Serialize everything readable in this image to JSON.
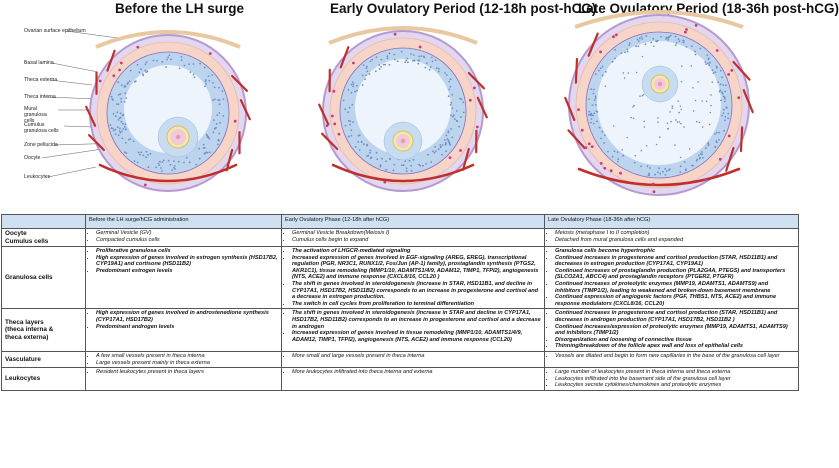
{
  "stages": [
    {
      "title": "Before the LH surge"
    },
    {
      "title": "Early Ovulatory Period (12-18h post-hCG)"
    },
    {
      "title": "Late Ovulatory Period (18-36h post-hCG)"
    }
  ],
  "labels": [
    "Ovarian surface epithelium",
    "Basal lamina",
    "Theca externa",
    "Theca interna",
    "Mural granulosa cells",
    "Cumulus granulosa cells",
    "Zone pellucida",
    "Oocyte",
    "Leukocytes"
  ],
  "colors": {
    "theca": "#f6d4c8",
    "granulosa": "#bcd4ee",
    "antrum": "#eef4fb",
    "vessel": "#c0302b",
    "epithelium": "#b59ad0",
    "header": "#cfe0f2"
  },
  "table": {
    "headers": [
      "",
      "Before the LH surge/hCG administration",
      "Early Ovulatory Phase (12-18h after hCG)",
      "Late Ovulatory Phase (18-36h after hCG)"
    ],
    "rows": [
      {
        "label": "Oocyte\nCumulus cells",
        "cells": [
          [
            {
              "t": "Germinal Vesicle (GV)",
              "b": false
            },
            {
              "t": "Compacted cumulus cells",
              "b": false
            }
          ],
          [
            {
              "t": "Germinal Vesicle Breakdown(Meiosis I)",
              "b": false
            },
            {
              "t": "Cumulus cells begin to expand",
              "b": false
            }
          ],
          [
            {
              "t": "Meiosis (metaphase I to II completion)",
              "b": false
            },
            {
              "t": "Detached from mural granulosa cells and expanded",
              "b": false
            }
          ]
        ]
      },
      {
        "label": "Granulosa cells",
        "cells": [
          [
            {
              "t": "Proliferative granulosa cells",
              "b": true
            },
            {
              "t": "High expression of genes involved in estrogen synthesis (HSD17B2, CYP19A1) and cortisone (HSD11B2)",
              "b": true
            },
            {
              "t": "Predominant estrogen levels",
              "b": true
            }
          ],
          [
            {
              "t": "The activation of LHGCR-mediated signaling",
              "b": true
            },
            {
              "t": "Increased expression of genes involved in EGF-signaling (AREG, EREG), transcriptional regulation (PGR, NR3C1, RUNX1/2, Fos/Jun (AP-1) family), prostaglandin synthesis (PTGS2, AKR1C1), tissue remodeling (MMP1/10, ADAMTS1/4/9, ADAM12, TIMP1, TFPI2), angiogenesis (NTS, ACE2) and immune response (CXCL8/16, CCL20 )",
              "b": true
            },
            {
              "t": "The shift in genes involved in steroidogenesis (increase in STAR, HSD11B1, and decline in CYP17A1, HSD17B2, HSD11B2) corresponds to an increase in progesterone and cortisol and a decrease in estrogen production.",
              "b": true
            },
            {
              "t": "The switch in cell cycles from proliferation to terminal differentiation",
              "b": true
            }
          ],
          [
            {
              "t": "Granulosa cells become hypertrophic",
              "b": true
            },
            {
              "t": "Continued increases in progesterone and cortisol production (STAR, HSD11B1) and decreases in estrogen production (CYP17A1, CYP19A1)",
              "b": true
            },
            {
              "t": "Continued increases of prostaglandin production (PLA2G4A, PTEGS) and transporters (SLCO2A1, ABCC4) and prostaglandin receptors (PTGER2, PTGFR)",
              "b": true
            },
            {
              "t": "Continued increases of proteolytic enzymes (MMP19, ADAMTS1, ADAMTS9) and inhibitors (TIMP1/2), leading to weakened and broken-down basement membrane",
              "b": true
            },
            {
              "t": "Continued expression of angiogenic factors (PGF, THBS1, NTS, ACE2) and immune response modulators (CXCL8/16, CCL20)",
              "b": true
            }
          ]
        ]
      },
      {
        "label": "Theca layers\n(theca interna &\ntheca externa)",
        "cells": [
          [
            {
              "t": "High expression of genes involved in androstenedione synthesis (CYP17A1, HSD17B2)",
              "b": true
            },
            {
              "t": "Predominant androgen levels",
              "b": true
            }
          ],
          [
            {
              "t": "The shift in genes involved in steroidogenesis (increase in STAR and decline in CYP17A1, HSD17B2, HSD11B2) corresponds to an increase in progesterone and cortisol and a decrease in androgen",
              "b": true
            },
            {
              "t": "Increased expression of genes involved in tissue remodeling (MMP1/10, ADAMTS1/4/9, ADAM12, TIMP1, TFPI2), angiogenesis (NTS, ACE2) and immune response (CCL20)",
              "b": true
            }
          ],
          [
            {
              "t": "Continued increases in progesterone and cortisol production (STAR, HSD11B1) and decreases in androgen production (CYP17A1, HSD17B2, HSD11B2 )",
              "b": true
            },
            {
              "t": "Continued increases/expression of proteolytic enzymes (MMP19, ADAMTS1, ADAMTS9) and inhibitors (TIMP1/2)",
              "b": true
            },
            {
              "t": "Disorganization and loosening of connective tissue",
              "b": true
            },
            {
              "t": "Thinning/breakdown of the follicle apex wall and loss of epithelial cells",
              "b": true
            }
          ]
        ]
      },
      {
        "label": "Vasculature",
        "cells": [
          [
            {
              "t": "A few small vessels present in theca interna",
              "b": false
            },
            {
              "t": "Large vessels present mainly in theca externa",
              "b": false
            }
          ],
          [
            {
              "t": "More small and large vessels present in theca interna",
              "b": false
            }
          ],
          [
            {
              "t": "Vessels are dilated and begin to form new capillaries in the base of the granulosa cell layer",
              "b": false
            }
          ]
        ]
      },
      {
        "label": "Leukocytes",
        "cells": [
          [
            {
              "t": "Resident leukocytes present in theca layers",
              "b": false
            }
          ],
          [
            {
              "t": "More leukocytes infiltrated into theca interna and externa",
              "b": false
            }
          ],
          [
            {
              "t": "Large number of leukocytes present in theca interna and theca externa",
              "b": false
            },
            {
              "t": "Leukocytes infiltrated into the basement side of the granulosa cell layer",
              "b": false
            },
            {
              "t": "Leukocytes secrete cytokines/chemokines and proteolytic enzymes",
              "b": false
            }
          ]
        ]
      }
    ]
  }
}
